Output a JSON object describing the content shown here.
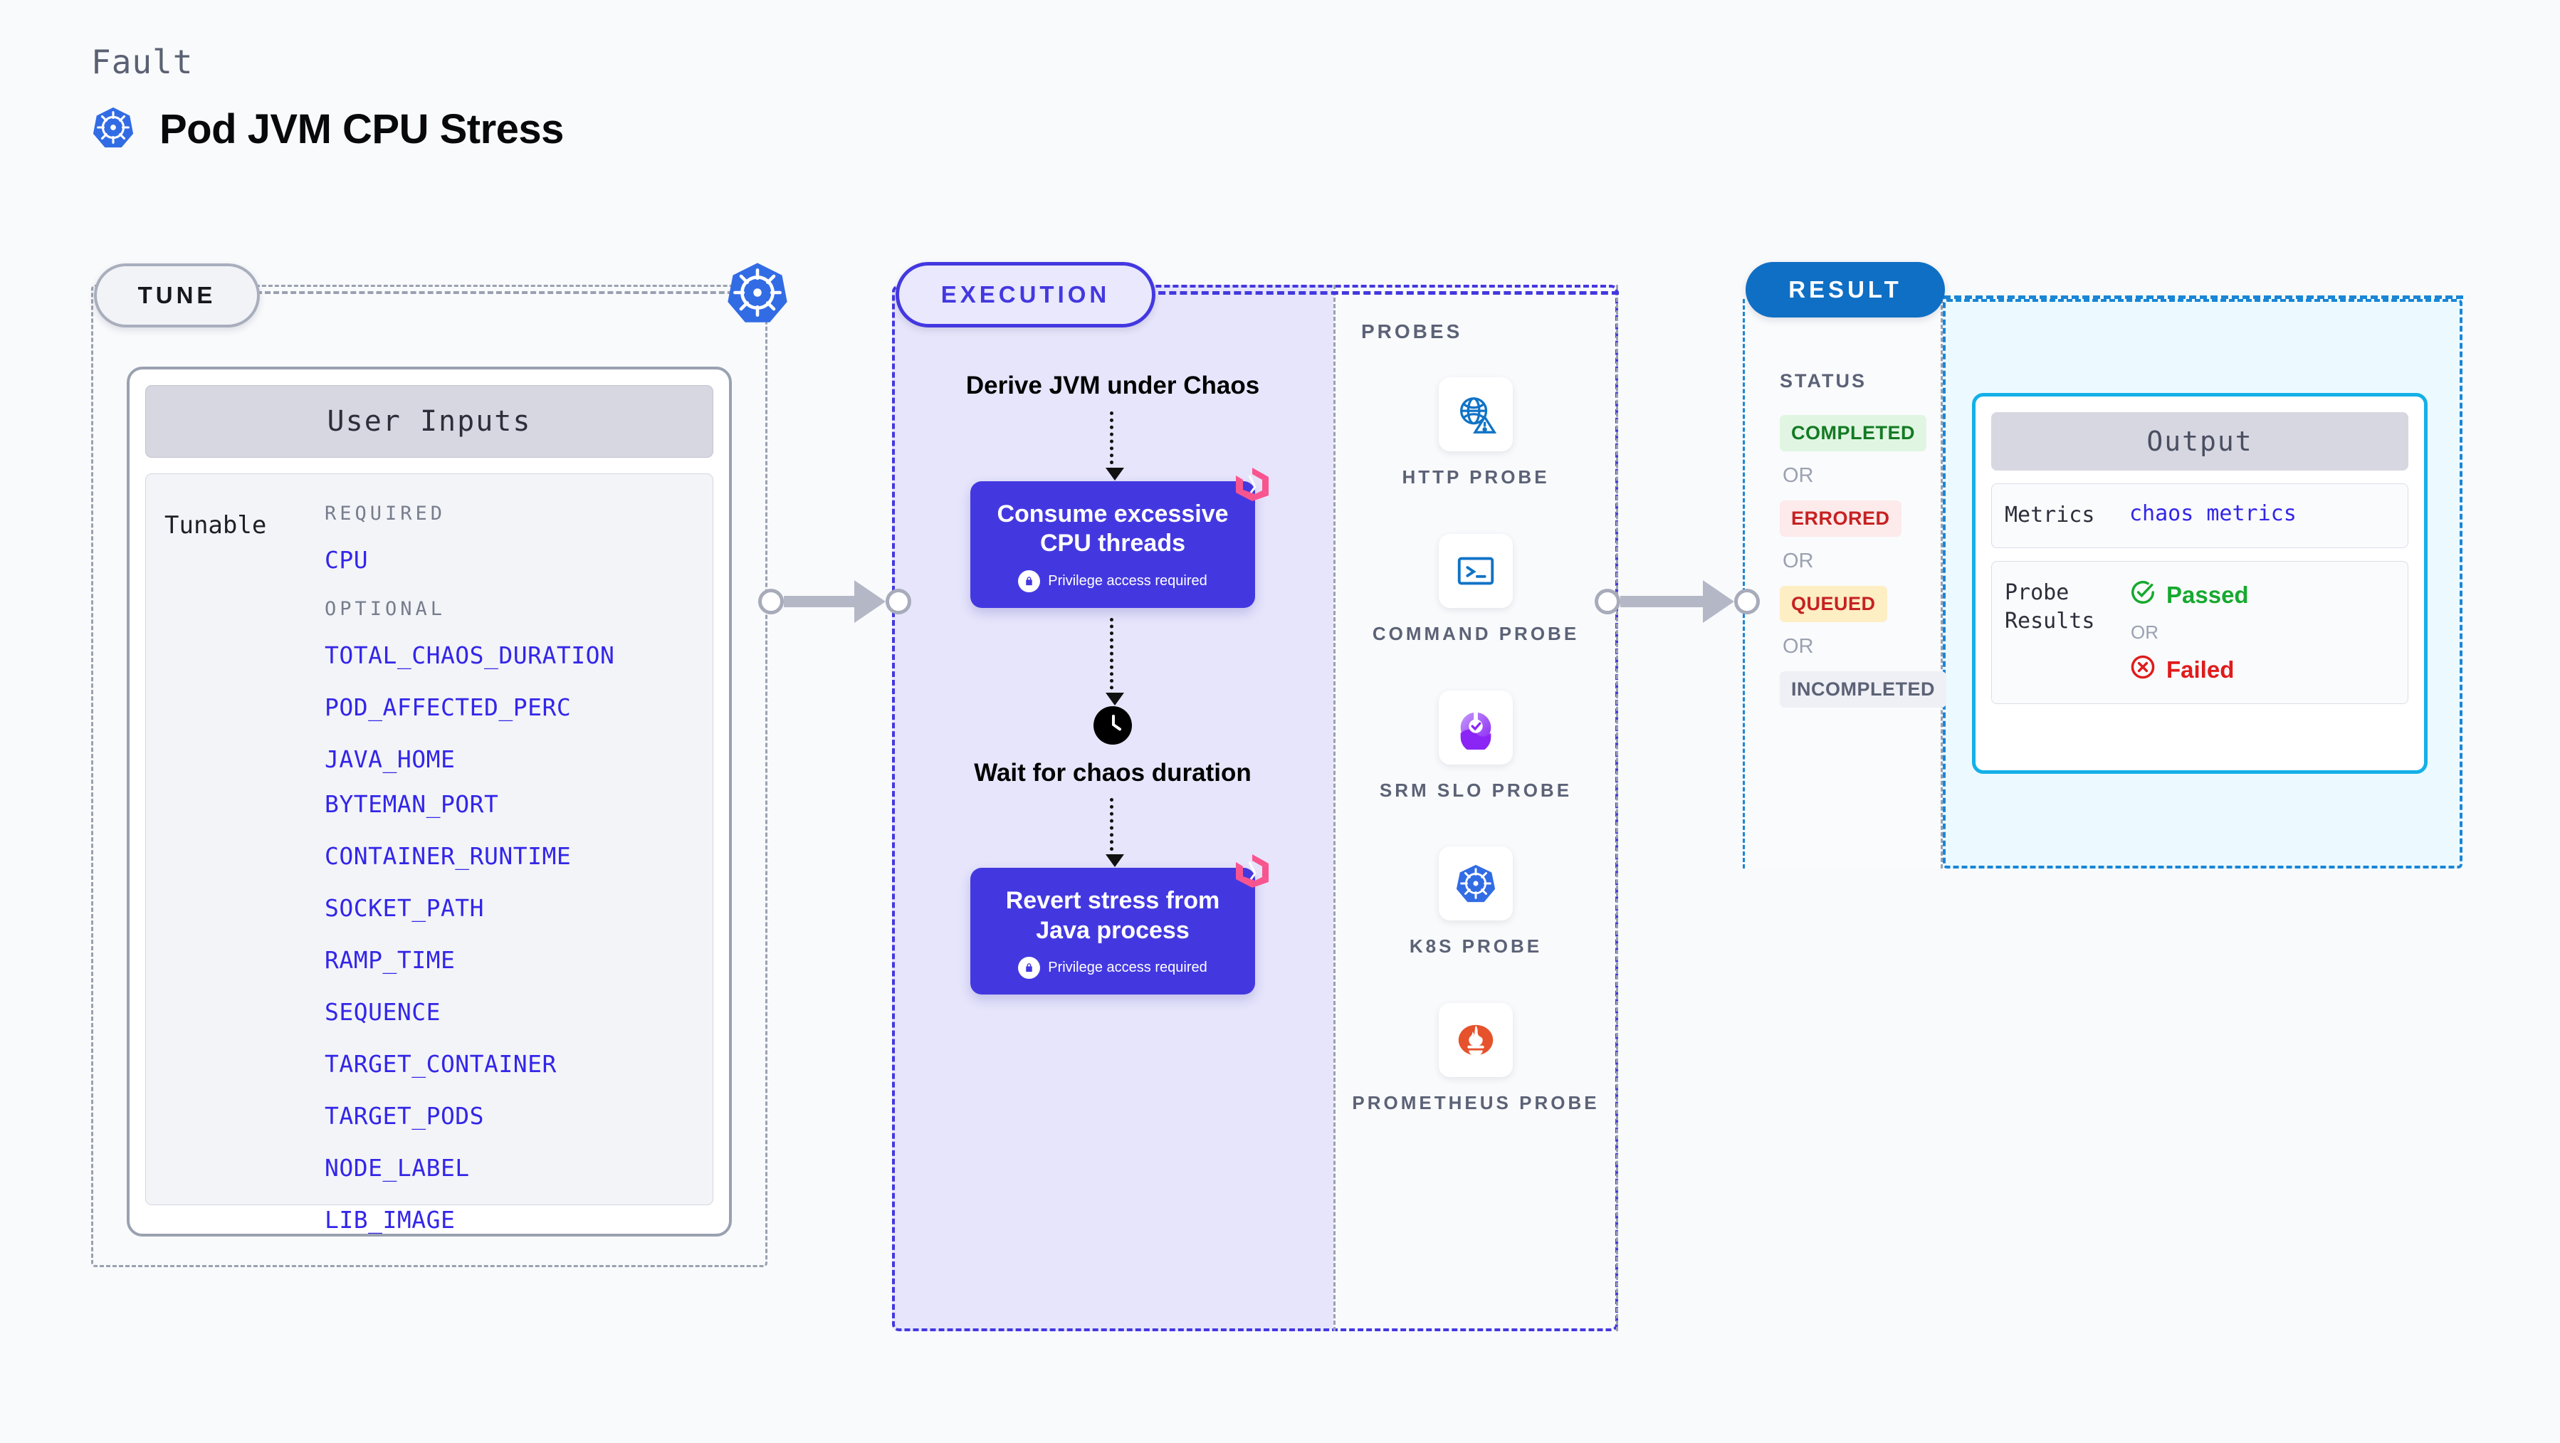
{
  "header": {
    "kicker": "Fault",
    "title": "Pod JVM CPU Stress",
    "icon": "kubernetes-icon"
  },
  "tune": {
    "badge": "TUNE",
    "border_icon": "kubernetes-icon",
    "card_header": "User Inputs",
    "tunable_label": "Tunable",
    "required_label": "REQUIRED",
    "optional_label": "OPTIONAL",
    "required_params": [
      "CPU"
    ],
    "optional_params": [
      "TOTAL_CHAOS_DURATION",
      "POD_AFFECTED_PERC",
      "JAVA_HOME",
      "BYTEMAN_PORT",
      "CONTAINER_RUNTIME",
      "SOCKET_PATH",
      "RAMP_TIME",
      "SEQUENCE",
      "TARGET_CONTAINER",
      "TARGET_PODS",
      "NODE_LABEL",
      "LIB_IMAGE"
    ]
  },
  "execution": {
    "badge": "EXECUTION",
    "steps": [
      {
        "type": "text",
        "label": "Derive JVM under Chaos"
      },
      {
        "type": "card",
        "label": "Consume excessive CPU threads",
        "note": "Privilege access required",
        "badge_icon": "litmus-icon",
        "note_icon": "lock-icon"
      },
      {
        "type": "clock",
        "label": "Wait for chaos duration",
        "icon": "clock-icon"
      },
      {
        "type": "card",
        "label": "Revert stress from Java process",
        "note": "Privilege access required",
        "badge_icon": "litmus-icon",
        "note_icon": "lock-icon"
      }
    ]
  },
  "probes": {
    "title": "PROBES",
    "items": [
      {
        "label": "HTTP PROBE",
        "icon": "globe-warning-icon"
      },
      {
        "label": "COMMAND PROBE",
        "icon": "terminal-icon"
      },
      {
        "label": "SRM SLO PROBE",
        "icon": "srm-slo-icon"
      },
      {
        "label": "K8S PROBE",
        "icon": "kubernetes-icon"
      },
      {
        "label": "PROMETHEUS PROBE",
        "icon": "prometheus-icon"
      }
    ]
  },
  "result": {
    "badge": "RESULT",
    "status_title": "STATUS",
    "or_label": "OR",
    "statuses": [
      {
        "label": "COMPLETED",
        "color": "#147a23",
        "bg": "#e0f6e2"
      },
      {
        "label": "ERRORED",
        "color": "#c62222",
        "bg": "#fdeaea"
      },
      {
        "label": "QUEUED",
        "color": "#c62222",
        "bg": "#fdeec4"
      },
      {
        "label": "INCOMPLETED",
        "color": "#5c6276",
        "bg": "#eff0f5"
      }
    ],
    "output": {
      "header": "Output",
      "metrics_key": "Metrics",
      "metrics_value": "chaos metrics",
      "probe_key": "Probe Results",
      "passed": "Passed",
      "failed": "Failed",
      "or_label": "OR",
      "passed_color": "#16a92f",
      "failed_color": "#e01b1b",
      "passed_icon": "check-circle-icon",
      "failed_icon": "x-circle-icon"
    }
  },
  "colors": {
    "accent_purple": "#4338e0",
    "accent_blue": "#0f6fc5",
    "accent_cyan": "#14b0e8",
    "param_blue": "#3326e8",
    "litmus_pink": "#f8558f"
  }
}
